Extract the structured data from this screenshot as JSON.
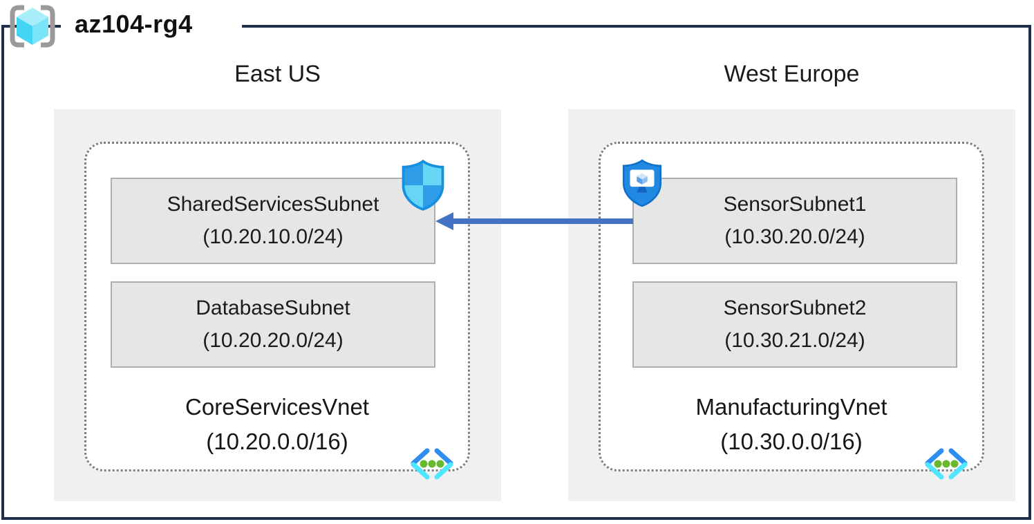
{
  "diagram": {
    "type": "azure-network-topology",
    "resource_group": {
      "title": "az104-rg4"
    },
    "regions": [
      {
        "label": "East US",
        "vnet": {
          "name": "CoreServicesVnet",
          "cidr": "(10.20.0.0/16)"
        },
        "subnets": [
          {
            "name": "SharedServicesSubnet",
            "cidr": "(10.20.10.0/24)",
            "attached_icon": "defender-shield-icon"
          },
          {
            "name": "DatabaseSubnet",
            "cidr": "(10.20.20.0/24)",
            "attached_icon": ""
          }
        ]
      },
      {
        "label": "West Europe",
        "vnet": {
          "name": "ManufacturingVnet",
          "cidr": "(10.30.0.0/16)"
        },
        "subnets": [
          {
            "name": "SensorSubnet1",
            "cidr": "(10.30.20.0/24)",
            "attached_icon": "monitor-shield-icon"
          },
          {
            "name": "SensorSubnet2",
            "cidr": "(10.30.21.0/24)",
            "attached_icon": ""
          }
        ]
      }
    ],
    "connection": {
      "from": "SensorSubnet1",
      "to": "SharedServicesSubnet",
      "style": "arrow",
      "direction": "right-to-left"
    },
    "icons": [
      "resource-group-icon",
      "defender-shield-icon",
      "monitor-shield-icon",
      "virtual-network-icon"
    ],
    "colors": {
      "frame_border": "#1f2f49",
      "region_background": "#f0f0f0",
      "subnet_background": "#e6e6e6",
      "subnet_border": "#aeaeae",
      "vnet_dotted_border": "#7e7e7e",
      "arrow_blue": "#4472c4",
      "icon_blue": "#2e8def",
      "icon_cyan": "#50e6ff",
      "icon_green": "#68b92e"
    }
  }
}
